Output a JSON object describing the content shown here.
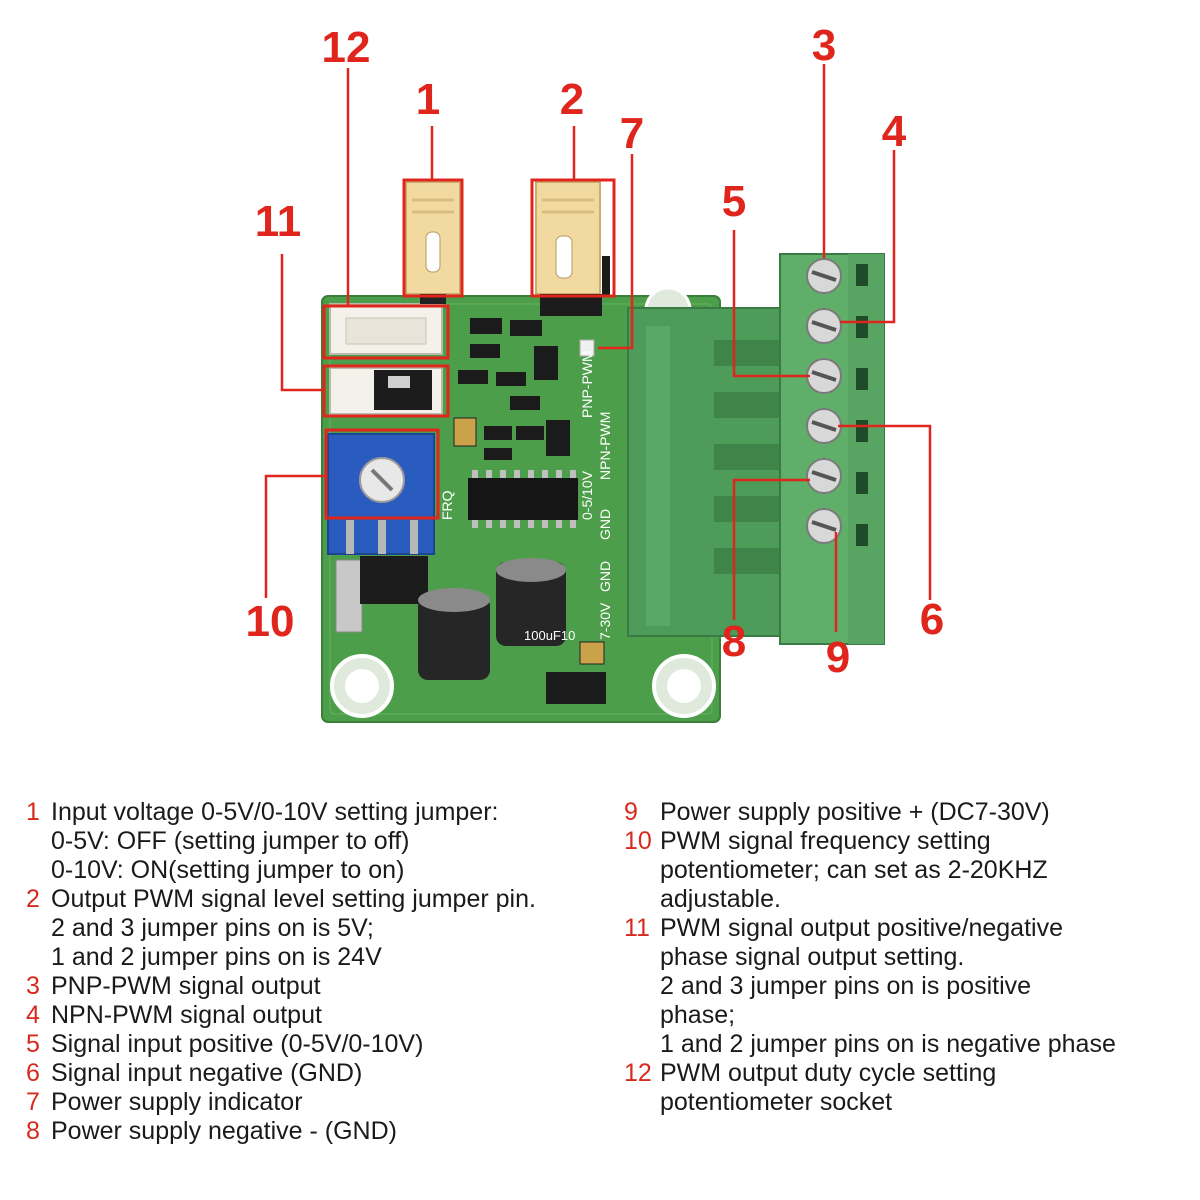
{
  "callouts": [
    {
      "id": 1,
      "label": "1"
    },
    {
      "id": 2,
      "label": "2"
    },
    {
      "id": 3,
      "label": "3"
    },
    {
      "id": 4,
      "label": "4"
    },
    {
      "id": 5,
      "label": "5"
    },
    {
      "id": 6,
      "label": "6"
    },
    {
      "id": 7,
      "label": "7"
    },
    {
      "id": 8,
      "label": "8"
    },
    {
      "id": 9,
      "label": "9"
    },
    {
      "id": 10,
      "label": "10"
    },
    {
      "id": 11,
      "label": "11"
    },
    {
      "id": 12,
      "label": "12"
    }
  ],
  "board": {
    "silkscreen": [
      "PNP-PWM",
      "NPN-PWM",
      "0-5/10V",
      "GND",
      "GND",
      "7-30V",
      "FRQ"
    ],
    "capacitor_marking": "100uF10"
  },
  "legend": {
    "left": [
      {
        "num": "1",
        "lines": [
          "Input voltage 0-5V/0-10V setting jumper:",
          "0-5V: OFF (setting jumper to off)",
          "0-10V: ON(setting jumper to on)"
        ]
      },
      {
        "num": "2",
        "lines": [
          "Output PWM signal level setting jumper pin.",
          "2 and 3 jumper pins on is 5V;",
          "1 and 2 jumper pins on is 24V"
        ]
      },
      {
        "num": "3",
        "lines": [
          "PNP-PWM signal output"
        ]
      },
      {
        "num": "4",
        "lines": [
          "NPN-PWM signal output"
        ]
      },
      {
        "num": "5",
        "lines": [
          "Signal input positive (0-5V/0-10V)"
        ]
      },
      {
        "num": "6",
        "lines": [
          "Signal input negative (GND)"
        ]
      },
      {
        "num": "7",
        "lines": [
          "Power supply indicator"
        ]
      },
      {
        "num": "8",
        "lines": [
          "Power supply negative - (GND)"
        ]
      }
    ],
    "right": [
      {
        "num": "9",
        "lines": [
          "Power supply positive + (DC7-30V)"
        ]
      },
      {
        "num": "10",
        "lines": [
          "PWM signal frequency setting",
          "potentiometer; can set as 2-20KHZ",
          "adjustable."
        ]
      },
      {
        "num": "11",
        "lines": [
          "PWM signal output positive/negative",
          "phase signal output setting.",
          "2 and 3 jumper pins on is positive",
          "phase;",
          "1 and 2 jumper pins on is negative phase"
        ]
      },
      {
        "num": "12",
        "lines": [
          "PWM output duty cycle setting",
          "potentiometer socket"
        ]
      }
    ]
  },
  "colors": {
    "accent_red": "#e0261c",
    "pcb_green": "#4d9e4a",
    "terminal_green": "#5fae6a",
    "pot_blue": "#2a5cc0"
  }
}
